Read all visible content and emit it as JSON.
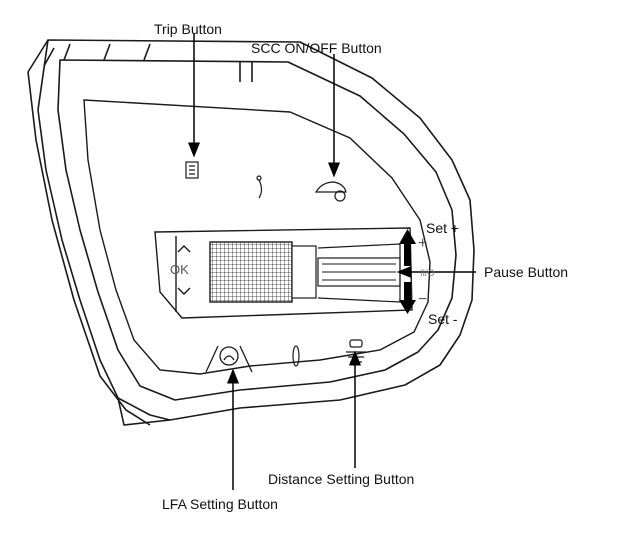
{
  "labels": {
    "trip_button": "Trip Button",
    "scc_button": "SCC ON/OFF Button",
    "set_plus": "Set +",
    "pause_button": "Pause Button",
    "set_minus": "Set -",
    "distance_setting_button": "Distance Setting Button",
    "lfa_setting_button": "LFA Setting Button"
  },
  "switch_text": {
    "ok": "OK",
    "plus": "+",
    "minus": "−",
    "pause_mark": "II/O"
  },
  "colors": {
    "line": "#1a1a1a",
    "arrow": "#000000",
    "background": "#ffffff"
  }
}
